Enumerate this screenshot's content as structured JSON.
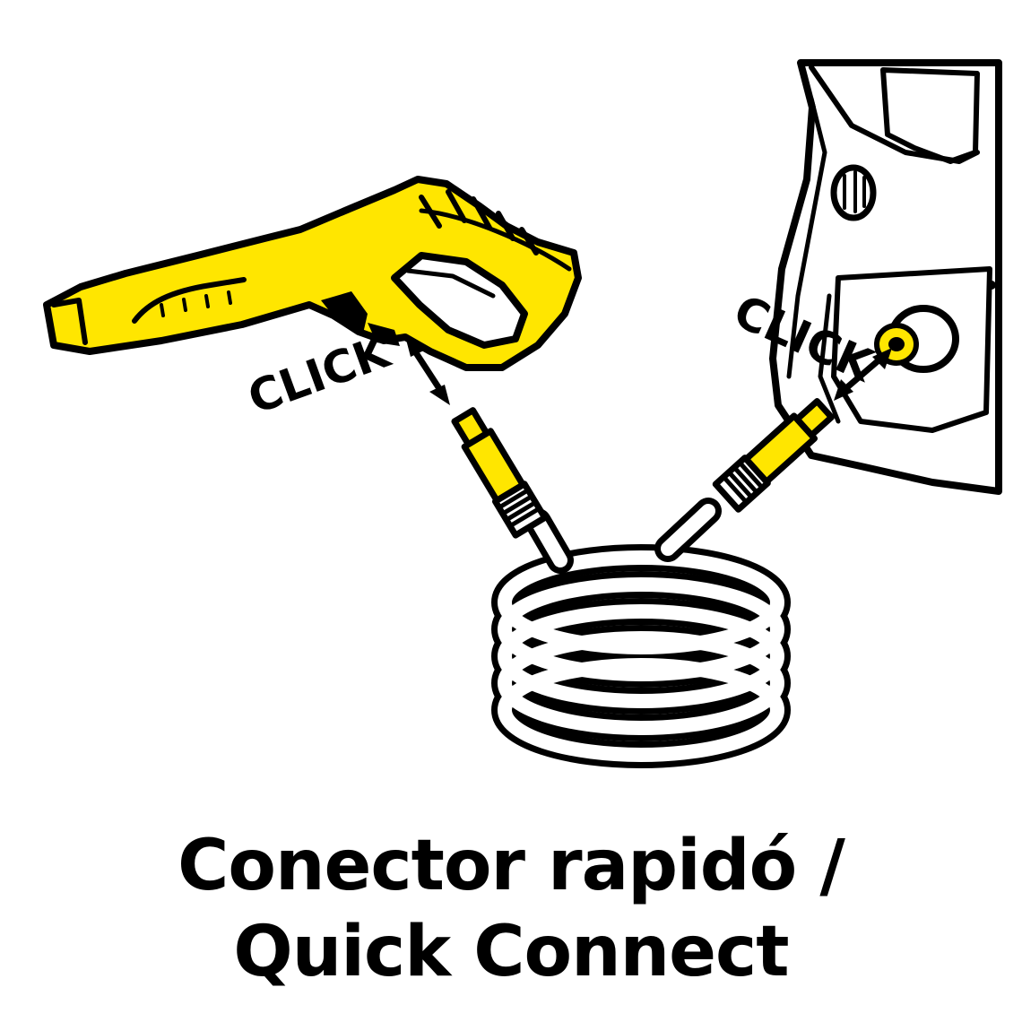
{
  "colors": {
    "yellow": "#ffe600",
    "ink": "#000000",
    "background": "#ffffff"
  },
  "labels": {
    "click_gun": "CLICK",
    "click_machine": "CLICK"
  },
  "caption": {
    "line1": "Conector rapidó /",
    "line2": "Quick Connect"
  },
  "icons": {
    "gun": "spray-gun-icon",
    "machine": "pressure-washer-body-icon",
    "hose": "coiled-hose-icon",
    "arrow": "double-arrow-icon"
  }
}
